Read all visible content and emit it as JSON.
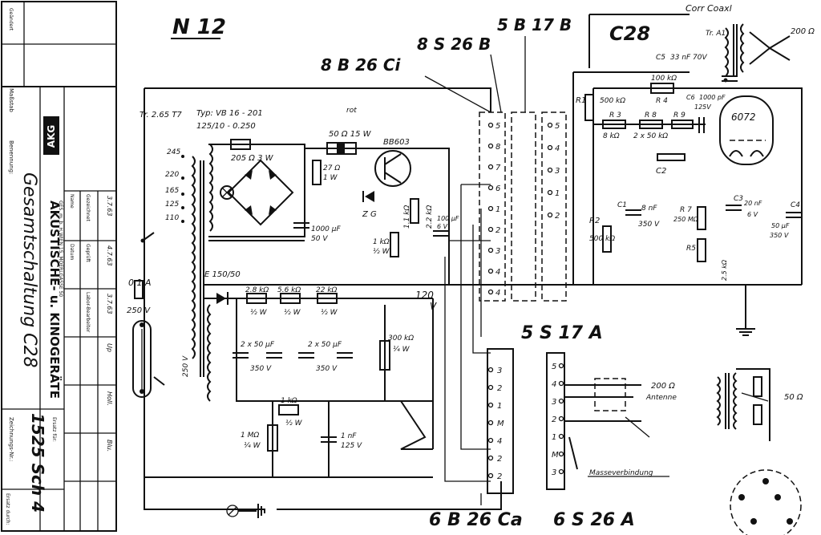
{
  "title_block": {
    "firm_name": "AKUSTISCHE- u. KINOGERÄTE",
    "firm_sub": "GES. m. b. H.",
    "firm_addr": "WIEN 15, MOERLGASSE 50",
    "logo_text": "AKG",
    "drawing_title": "Gesamtschaltung C28",
    "label_masstab": "Maßstab",
    "label_benennung": "Benennung:",
    "label_zeichnungs_nr": "Zeichnungs-Nr.:",
    "drawing_number": "1525 Sch 4",
    "label_geandert": "Geändert",
    "label_ersatz": "Ersatz für:",
    "label_ersatz_durch": "Ersatz durch:",
    "header_cells": [
      "Name",
      "Datum",
      "Gezeichnet",
      "Geprüft",
      "Labor-Bearbeiter"
    ],
    "date_entries": [
      "3.7.63",
      "4.7.63",
      "3.7.63"
    ],
    "name_entries": [
      "Up",
      "Holl.",
      "Blu."
    ]
  },
  "headings": {
    "n12": "N 12",
    "c28": "C28",
    "b8": "8 S 26 B",
    "b17": "5 B 17 B",
    "bci": "8 B 26 Ci",
    "s17a": "5 S 17 A",
    "b26ca": "6 B 26 Ca",
    "s26a": "6 S 26 A",
    "corr": "Corr Coaxl"
  },
  "labels": {
    "tr": "Tr. 2.65 T7",
    "typ": "Typ: VB 16 - 201",
    "typ2": "125/10 - 0.250",
    "volts": [
      "245",
      "220",
      "165",
      "125",
      "110"
    ],
    "r_205": "205 Ω  3 W",
    "r_50": "50 Ω 15 W",
    "rot": "rot",
    "bb603": "BB603",
    "zg": "Z G",
    "r_27": "27 Ω",
    "r_27w": "1 W",
    "c_1000": "1000 µF",
    "c_1000v": "50 V",
    "r_1k": "1 kΩ",
    "r_1kw": "½ W",
    "r_11k": "1.1 kΩ",
    "r_22k": "2.2 kΩ",
    "c_100": "100 µF",
    "c_100v": "6 V",
    "e_label": "E 150/50",
    "r_28": "2.8 kΩ",
    "r_56": "5.6 kΩ",
    "r_22": "22 kΩ",
    "w_half": "½ W",
    "c_2x50": "2 x 50 µF",
    "c_350": "350 V",
    "v_120": "120",
    "v_v": "V",
    "r_300": "300 kΩ",
    "r_300w": "¼ W",
    "r_1k2": "1 kΩ",
    "r_1m": "1 MΩ",
    "r_1mw": "¼ W",
    "c_1": "1 nF",
    "c_1v": "125 V",
    "si": "0.1 A",
    "si_v": "250 V",
    "r1": "R1",
    "r1v": "500 kΩ",
    "r2": "R2",
    "r2v": "500 kΩ",
    "r3": "R 3",
    "r3v": "8 kΩ",
    "r8": "R 8",
    "r8v": "2 x 50 kΩ",
    "r9": "R 9",
    "r4": "R 4",
    "r4v": "100 kΩ",
    "c1": "C1",
    "c1v": "8 nF",
    "c1vv": "350 V",
    "c5": "C5",
    "c5v": "33 nF 70V",
    "c6": "C6",
    "c6v": "1000 pF",
    "c6vv": "125V",
    "c2": "C2",
    "r7": "R 7",
    "r7v": "250 MΩ",
    "r5": "R5",
    "r5v": "2.5 kΩ",
    "c3": "C3",
    "c3v": "20 nF",
    "c3vv": "6 V",
    "c4": "C4",
    "c4v": "50 µF",
    "c4vv": "350 V",
    "tube": "6072",
    "tr_a": "Tr. A1",
    "ohm_200": "200 Ω",
    "ohm_200b": "200 Ω",
    "antenna": "Antenne",
    "ohm_50": "50 Ω",
    "masse": "Masseverbindung",
    "pin_upper": [
      "5",
      "8",
      "7",
      "6",
      "1",
      "2",
      "3",
      "4",
      "4"
    ],
    "pin_right": [
      "5",
      "4",
      "3",
      "1",
      "2"
    ],
    "pin_lower": [
      "3",
      "2",
      "1",
      "M",
      "4",
      "2",
      "2"
    ],
    "pin_s26a": [
      "5",
      "4",
      "3",
      "2",
      "1",
      "M",
      "3"
    ]
  },
  "colors": {
    "ink": "#111111",
    "paper": "#ffffff"
  }
}
